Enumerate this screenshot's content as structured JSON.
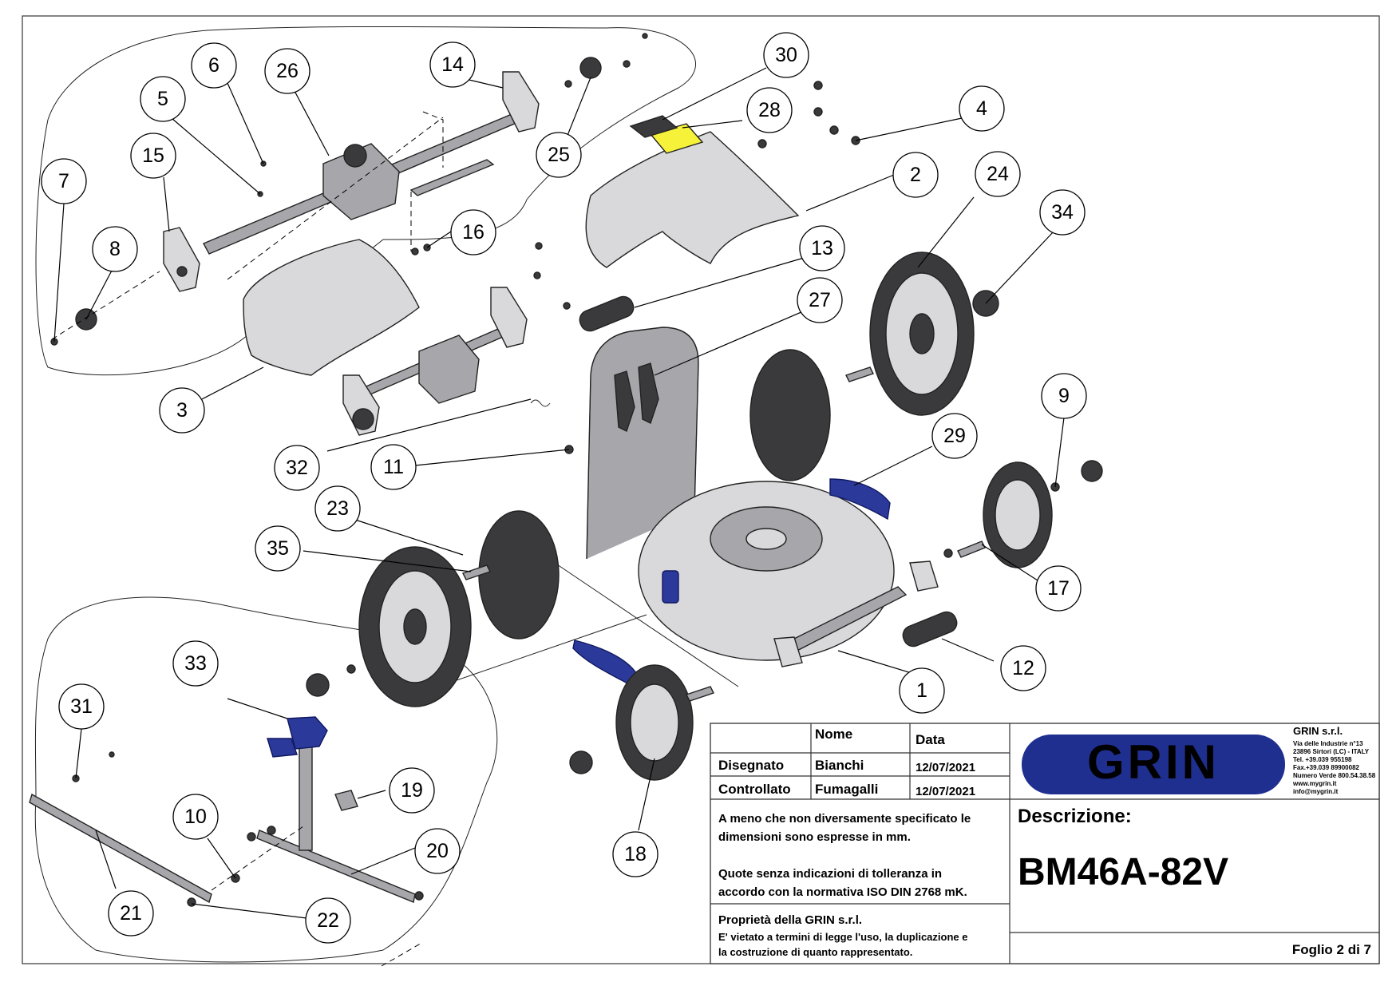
{
  "callouts": [
    {
      "id": "1",
      "label": "1"
    },
    {
      "id": "2",
      "label": "2"
    },
    {
      "id": "3",
      "label": "3"
    },
    {
      "id": "4",
      "label": "4"
    },
    {
      "id": "5",
      "label": "5"
    },
    {
      "id": "6",
      "label": "6"
    },
    {
      "id": "7",
      "label": "7"
    },
    {
      "id": "8",
      "label": "8"
    },
    {
      "id": "9",
      "label": "9"
    },
    {
      "id": "10",
      "label": "10"
    },
    {
      "id": "11",
      "label": "11"
    },
    {
      "id": "12",
      "label": "12"
    },
    {
      "id": "13",
      "label": "13"
    },
    {
      "id": "14",
      "label": "14"
    },
    {
      "id": "15",
      "label": "15"
    },
    {
      "id": "16",
      "label": "16"
    },
    {
      "id": "17",
      "label": "17"
    },
    {
      "id": "18",
      "label": "18"
    },
    {
      "id": "19",
      "label": "19"
    },
    {
      "id": "20",
      "label": "20"
    },
    {
      "id": "21",
      "label": "21"
    },
    {
      "id": "22",
      "label": "22"
    },
    {
      "id": "23",
      "label": "23"
    },
    {
      "id": "24",
      "label": "24"
    },
    {
      "id": "25",
      "label": "25"
    },
    {
      "id": "26",
      "label": "26"
    },
    {
      "id": "27",
      "label": "27"
    },
    {
      "id": "28",
      "label": "28"
    },
    {
      "id": "29",
      "label": "29"
    },
    {
      "id": "30",
      "label": "30"
    },
    {
      "id": "31",
      "label": "31"
    },
    {
      "id": "32",
      "label": "32"
    },
    {
      "id": "33",
      "label": "33"
    },
    {
      "id": "34",
      "label": "34"
    },
    {
      "id": "35",
      "label": "35"
    }
  ],
  "title_block": {
    "col_nome": "Nome",
    "col_data": "Data",
    "row_disegnato": {
      "role": "Disegnato",
      "name": "Bianchi",
      "date": "12/07/2021"
    },
    "row_controllato": {
      "role": "Controllato",
      "name": "Fumagalli",
      "date": "12/07/2021"
    },
    "note_1_line1": "A meno che non diversamente specificato le",
    "note_1_line2": "dimensioni sono espresse in mm.",
    "note_2_line1": "Quote senza indicazioni di tolleranza in",
    "note_2_line2": "accordo con la normativa ISO DIN 2768 mK.",
    "note_3_line1": "Proprietà della GRIN s.r.l.",
    "note_3_line2": "E' vietato a termini di legge l'uso, la duplicazione e",
    "note_3_line3": "la costruzione di quanto rappresentato.",
    "descrizione_label": "Descrizione:",
    "part_code": "BM46A-82V",
    "sheet": "Foglio 2 di 7"
  },
  "company": {
    "logo_text": "GRIN",
    "name": "GRIN s.r.l.",
    "address_line1": "Via delle Industrie n°13",
    "address_line2": "23896 Sirtori (LC) - ITALY",
    "tel": "Tel. +39.039 955198",
    "fax": "Fax.+39.039 89900082",
    "numero_verde": "Numero Verde 800.54.38.58",
    "web": "www.mygrin.it",
    "email": "info@mygrin.it"
  },
  "colors": {
    "logo_blue": "#1f2f8f",
    "part_blue": "#2b3a9a",
    "label_yellow": "#f6f23a"
  }
}
